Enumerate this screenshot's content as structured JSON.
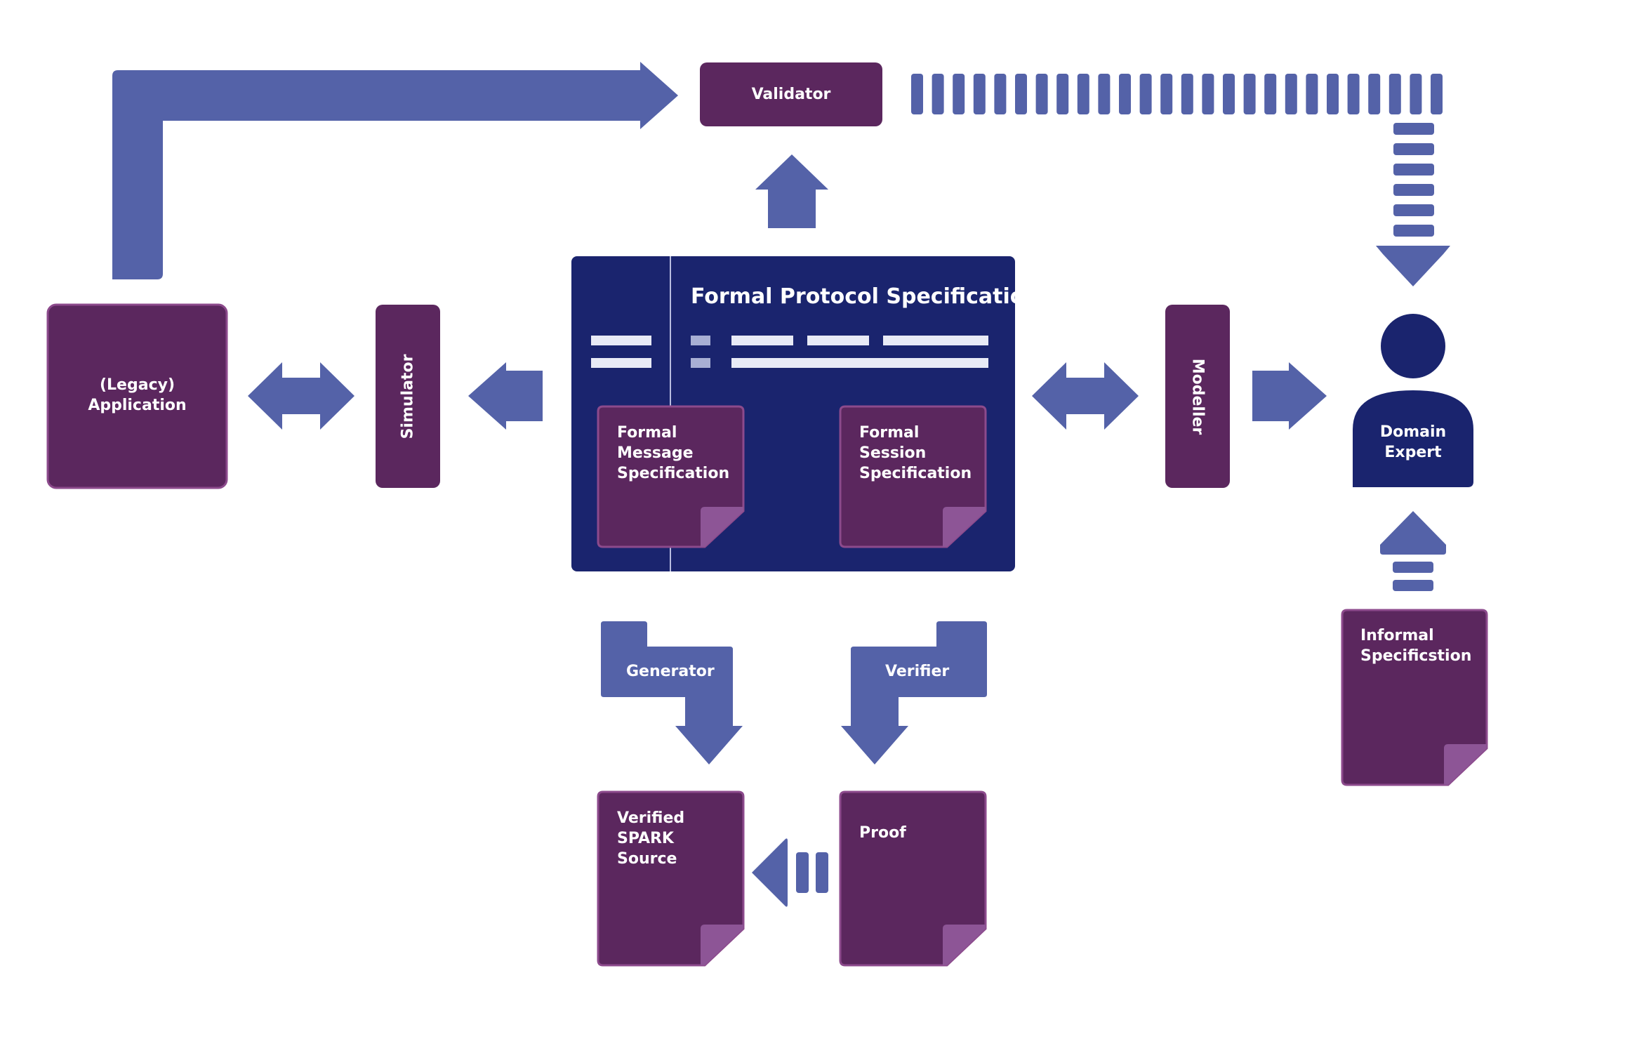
{
  "colors": {
    "arrow": "#5462a8",
    "arrow_light": "#a8afd4",
    "box_purple": "#5b275e",
    "box_border": "#8c4a8c",
    "fold": "#8d5596",
    "spec_blue": "#1a246e",
    "expert_blue": "#1a246e",
    "background": "#ffffff"
  },
  "nodes": {
    "validator": "Validator",
    "legacy_application": "(Legacy)\nApplication",
    "simulator": "Simulator",
    "formal_protocol_specification": "Formal Protocol Specification",
    "formal_message_specification": "Formal\nMessage\nSpecification",
    "formal_session_specification": "Formal\nSession\nSpecification",
    "modeller": "Modeller",
    "domain_expert": "Domain\nExpert",
    "informal_specification": "Informal\nSpecificstion",
    "generator": "Generator",
    "verifier": "Verifier",
    "verified_spark_source": "Verified\nSPARK\nSource",
    "proof": "Proof"
  }
}
